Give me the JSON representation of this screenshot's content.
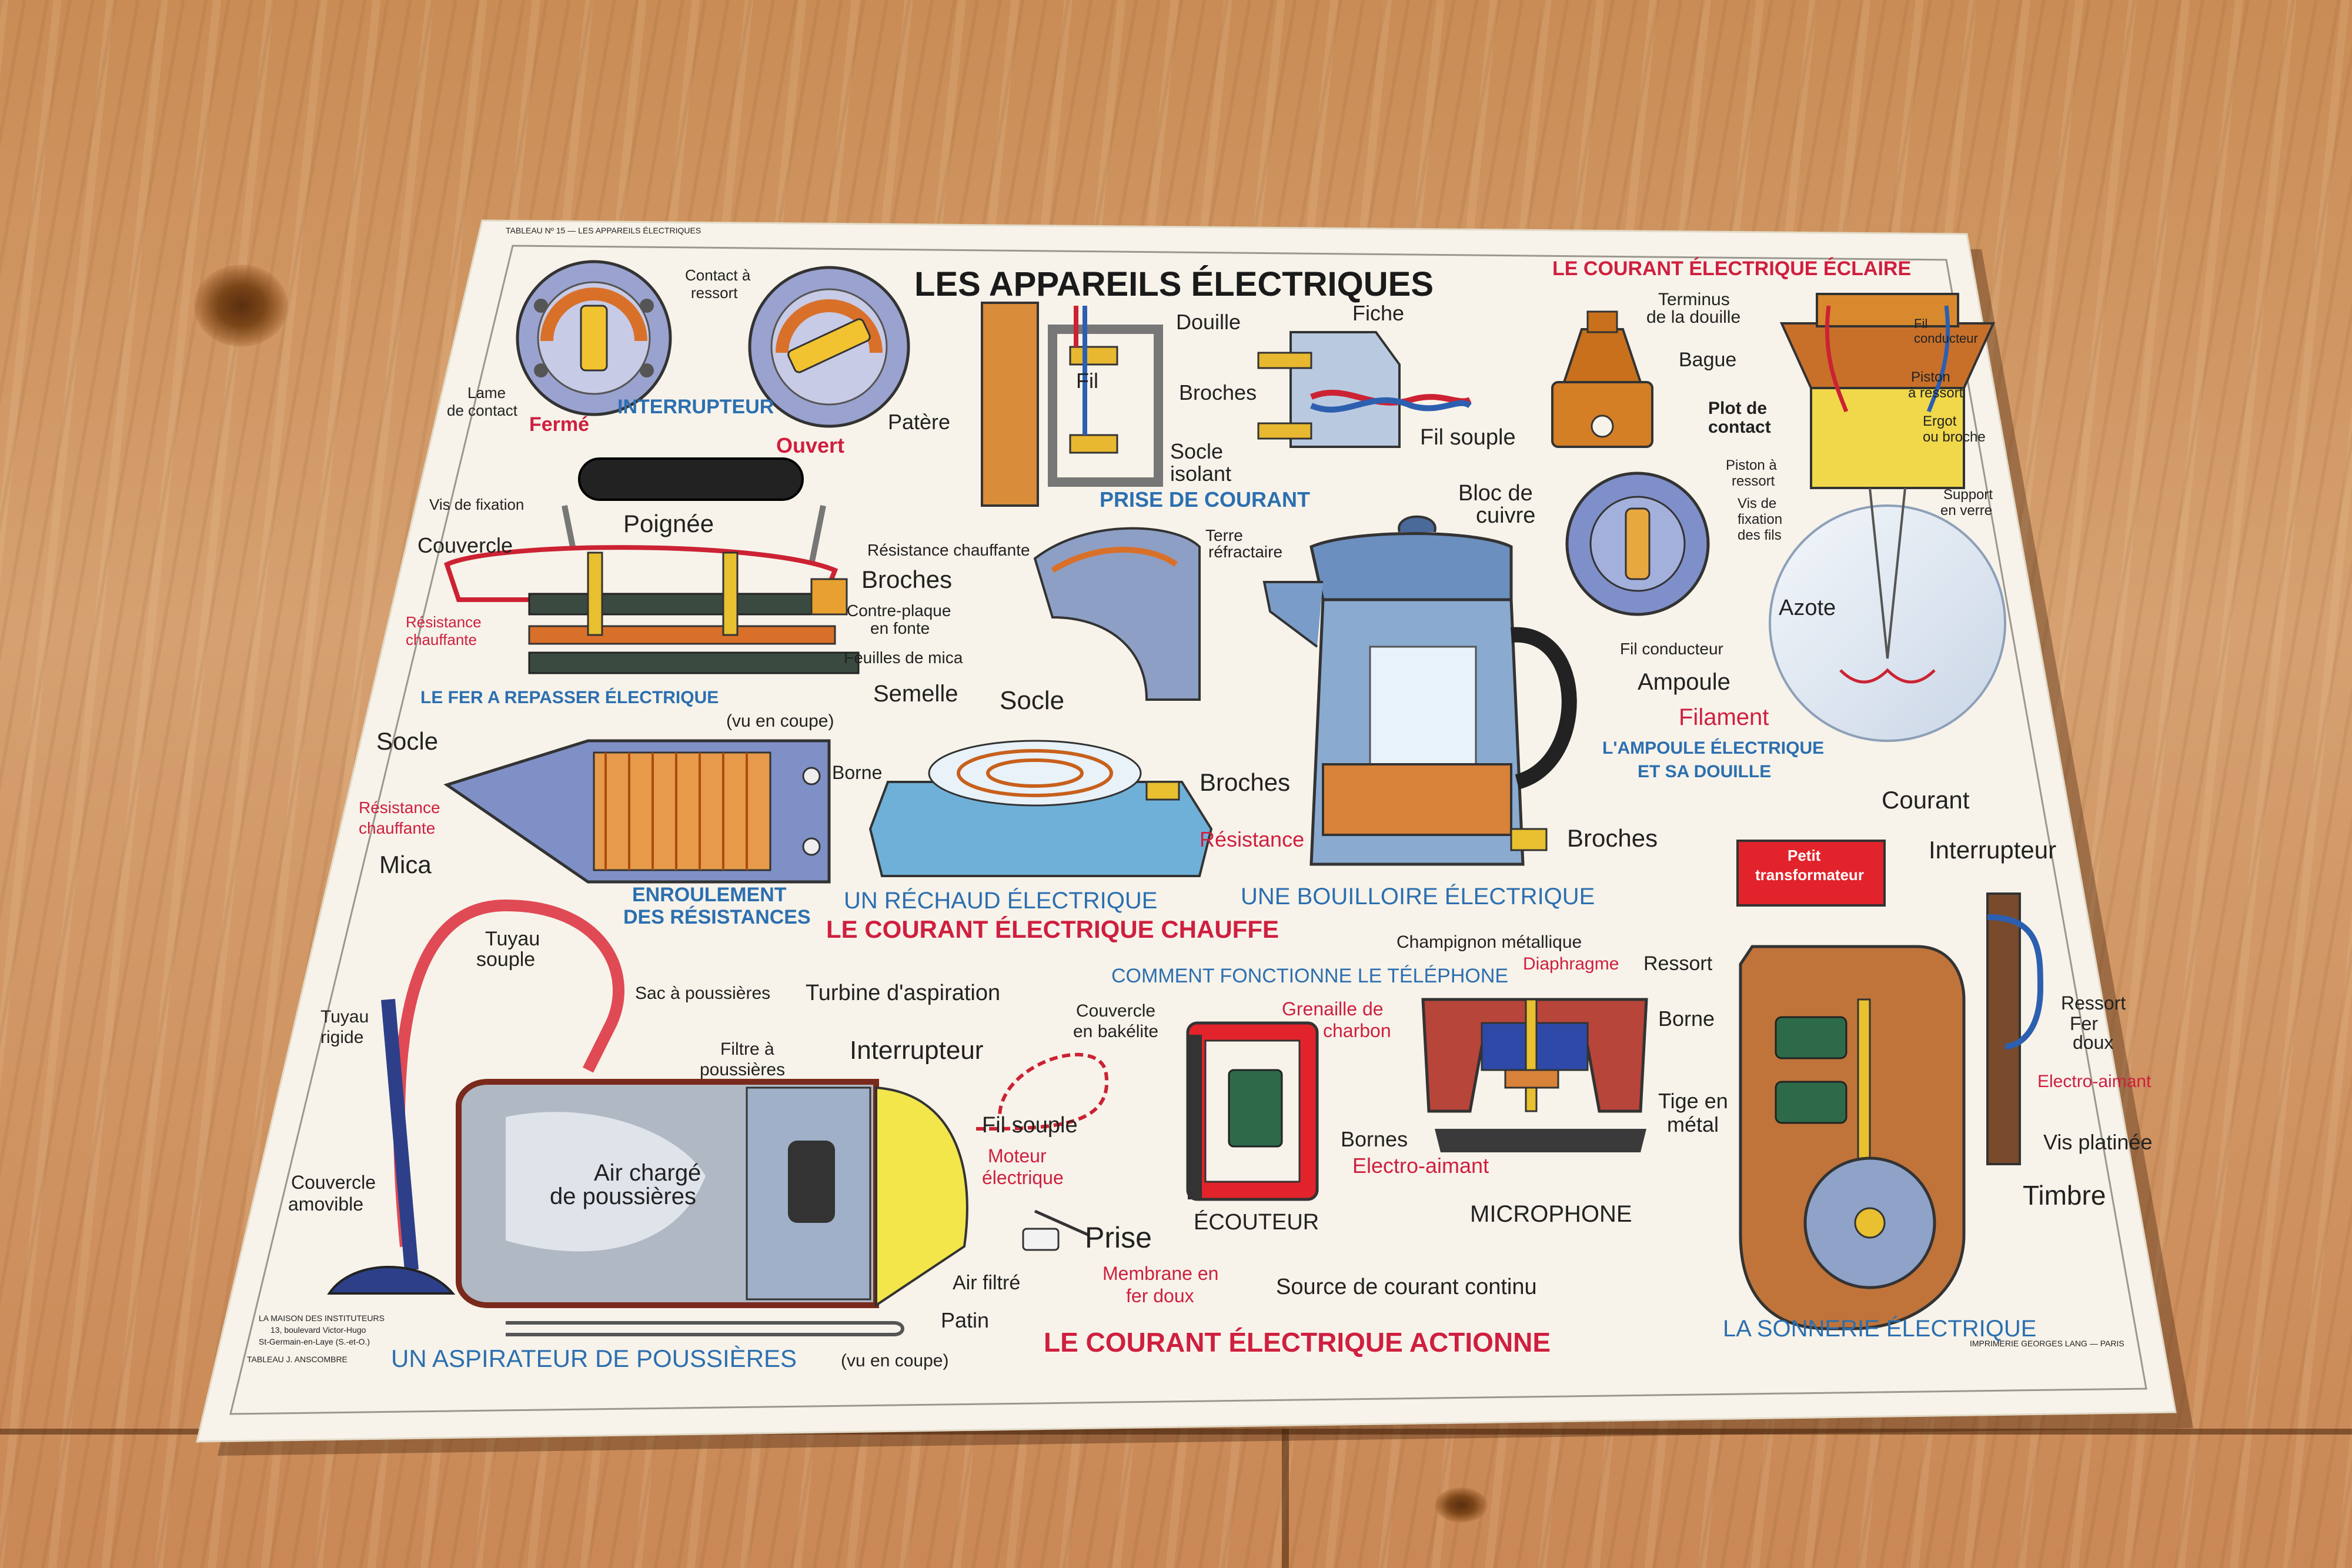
{
  "poster": {
    "imprint_top": "TABLEAU Nº 15 — LES APPAREILS ÉLECTRIQUES",
    "title": "LES APPAREILS ÉLECTRIQUES",
    "imprint_left_1": "LA MAISON DES INSTITUTEURS",
    "imprint_left_2": "13, boulevard Victor-Hugo",
    "imprint_left_3": "St-Germain-en-Laye (S.-et-O.)",
    "imprint_left_4": "TABLEAU J. ANSCOMBRE",
    "imprint_right": "IMPRIMERIE GEORGES LANG — PARIS"
  },
  "sections": {
    "eclaire": "LE COURANT ÉLECTRIQUE ÉCLAIRE",
    "chauffe": "LE COURANT ÉLECTRIQUE CHAUFFE",
    "actionne": "LE COURANT ÉLECTRIQUE ACTIONNE"
  },
  "interrupteur": {
    "caption": "INTERRUPTEUR",
    "ferme": "Fermé",
    "ouvert": "Ouvert",
    "contact_1": "Contact à",
    "contact_2": "ressort",
    "lame_1": "Lame",
    "lame_2": "de contact"
  },
  "prise": {
    "caption": "PRISE DE COURANT",
    "douille": "Douille",
    "fiche": "Fiche",
    "fil": "Fil",
    "broches": "Broches",
    "patere": "Patère",
    "socle_1": "Socle",
    "socle_2": "isolant",
    "fil_souple": "Fil souple"
  },
  "ampoule": {
    "caption_1": "L'AMPOULE ÉLECTRIQUE",
    "caption_2": "ET SA DOUILLE",
    "terminus_1": "Terminus",
    "terminus_2": "de la douille",
    "fil_conducteur_top_1": "Fil",
    "fil_conducteur_top_2": "conducteur",
    "bague": "Bague",
    "piston_1": "Piston",
    "piston_2": "à ressort",
    "plot_1": "Plot de",
    "plot_2": "contact",
    "ergot_1": "Ergot",
    "ergot_2": "ou broche",
    "piston_a_1": "Piston à",
    "piston_a_2": "ressort",
    "bloc_1": "Bloc de",
    "bloc_2": "cuivre",
    "vis_1": "Vis de",
    "vis_2": "fixation",
    "vis_3": "des fils",
    "support_1": "Support",
    "support_2": "en verre",
    "azote": "Azote",
    "fil_conducteur": "Fil conducteur",
    "ampoule": "Ampoule",
    "filament": "Filament"
  },
  "fer": {
    "caption": "LE FER A REPASSER ÉLECTRIQUE",
    "caption_note": "(vu en coupe)",
    "vis_fixation": "Vis de fixation",
    "poignee": "Poignée",
    "couvercle": "Couvercle",
    "broches": "Broches",
    "resistance_1": "Résistance",
    "resistance_2": "chauffante",
    "contre_1": "Contre-plaque",
    "contre_2": "en fonte",
    "feuilles": "Feuilles de mica",
    "semelle": "Semelle"
  },
  "enroulement": {
    "caption_1": "ENROULEMENT",
    "caption_2": "DES RÉSISTANCES",
    "socle": "Socle",
    "resistance_1": "Résistance",
    "resistance_2": "chauffante",
    "mica": "Mica",
    "borne": "Borne"
  },
  "rechaud": {
    "caption": "UN RÉCHAUD ÉLECTRIQUE",
    "resistance": "Résistance chauffante",
    "terre_1": "Terre",
    "terre_2": "réfractaire",
    "socle": "Socle",
    "broches": "Broches"
  },
  "bouilloire": {
    "caption": "UNE BOUILLOIRE ÉLECTRIQUE",
    "resistance": "Résistance",
    "broches": "Broches"
  },
  "sonnerie": {
    "caption": "LA SONNERIE ÉLECTRIQUE",
    "courant": "Courant",
    "interrupteur": "Interrupteur",
    "petit_1": "Petit",
    "petit_2": "transformateur",
    "ressort": "Ressort",
    "fer_1": "Fer",
    "fer_2": "doux",
    "electro": "Electro-aimant",
    "vis": "Vis platinée",
    "timbre": "Timbre"
  },
  "telephone": {
    "caption": "COMMENT FONCTIONNE LE TÉLÉPHONE",
    "champignon": "Champignon métallique",
    "diaphragme": "Diaphragme",
    "ressort": "Ressort",
    "couvercle_1": "Couvercle",
    "couvercle_2": "en bakélite",
    "grenaille_1": "Grenaille de",
    "grenaille_2": "charbon",
    "borne": "Borne",
    "tige_1": "Tige en",
    "tige_2": "métal",
    "bornes": "Bornes",
    "electro": "Electro-aimant",
    "ecouteur": "ÉCOUTEUR",
    "microphone": "MICROPHONE",
    "membrane_1": "Membrane en",
    "membrane_2": "fer doux",
    "source": "Source de courant continu"
  },
  "aspirateur": {
    "caption": "UN ASPIRATEUR DE POUSSIÈRES",
    "caption_note": "(vu en coupe)",
    "tuyau_souple_1": "Tuyau",
    "tuyau_souple_2": "souple",
    "tuyau_rigide_1": "Tuyau",
    "tuyau_rigide_2": "rigide",
    "sac": "Sac à poussières",
    "turbine": "Turbine d'aspiration",
    "filtre_1": "Filtre à",
    "filtre_2": "poussières",
    "interrupteur": "Interrupteur",
    "fil_souple": "Fil souple",
    "moteur_1": "Moteur",
    "moteur_2": "électrique",
    "air_1": "Air chargé",
    "air_2": "de poussières",
    "couvercle_1": "Couvercle",
    "couvercle_2": "amovible",
    "prise": "Prise",
    "air_filtre": "Air filtré",
    "patin": "Patin"
  }
}
